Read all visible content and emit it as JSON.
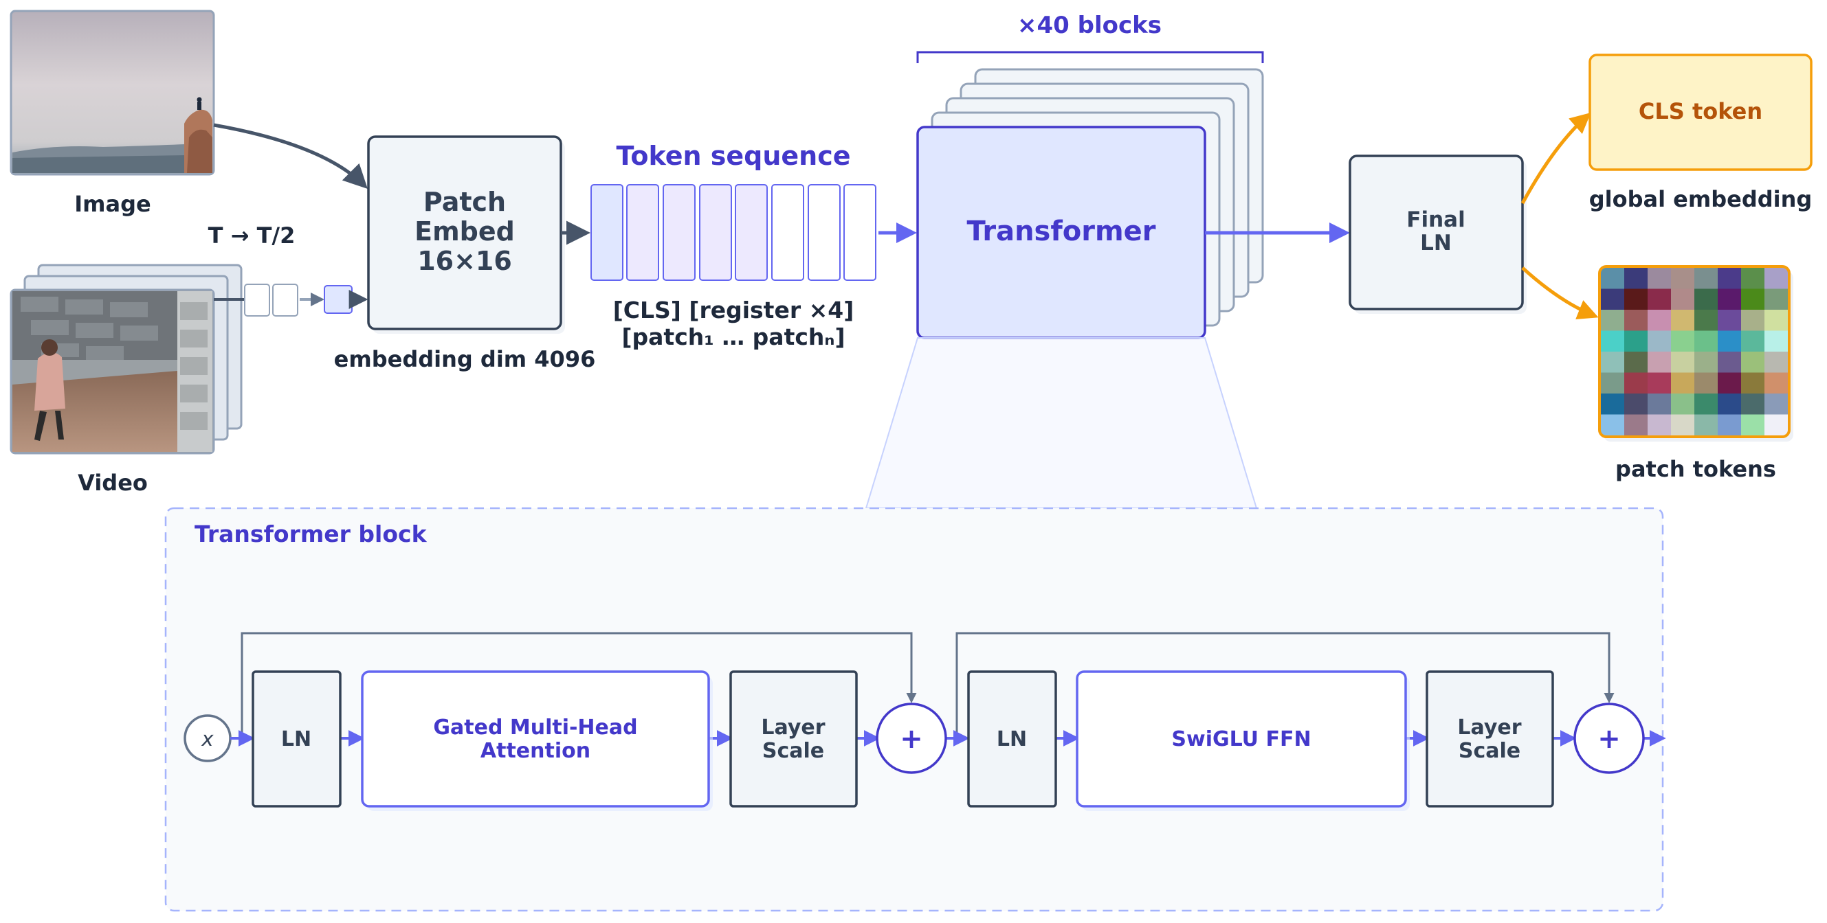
{
  "inputs": {
    "image_label": "Image",
    "video_label": "Video",
    "temporal_label": "T → T/2"
  },
  "patch_embed": {
    "lines": [
      "Patch",
      "Embed",
      "16×16"
    ],
    "caption": "embedding dim 4096"
  },
  "token_sequence": {
    "title": "Token sequence",
    "caption_line1": "[CLS] [register ×4]",
    "caption_line2": "[patch₁ … patchₙ]"
  },
  "transformer": {
    "label": "Transformer",
    "repeat_label": "×40 blocks"
  },
  "final_ln": {
    "line1": "Final",
    "line2": "LN"
  },
  "outputs": {
    "cls_label": "CLS token",
    "cls_caption": "global embedding",
    "patch_caption": "patch tokens"
  },
  "block": {
    "title": "Transformer block",
    "input_symbol": "x",
    "ln_label": "LN",
    "attn_line1": "Gated Multi-Head",
    "attn_line2": "Attention",
    "layerscale_line1": "Layer",
    "layerscale_line2": "Scale",
    "plus": "+",
    "ffn_label": "SwiGLU FFN"
  },
  "colors": {
    "indigo": "#4338ca",
    "arrow_blue": "#6366f1",
    "slate": "#334155",
    "orange": "#f59e0b",
    "cls_text": "#b45309",
    "cls_fill": "#fef3c7"
  }
}
